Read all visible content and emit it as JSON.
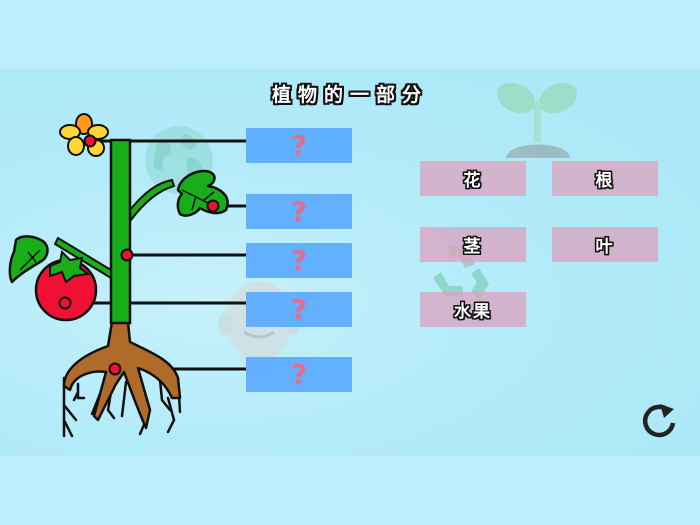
{
  "title": "植物的一部分",
  "drop_targets": [
    {
      "id": "flower-slot",
      "label": "?"
    },
    {
      "id": "leaf-slot",
      "label": "?"
    },
    {
      "id": "stem-slot",
      "label": "?"
    },
    {
      "id": "fruit-slot",
      "label": "?"
    },
    {
      "id": "root-slot",
      "label": "?"
    }
  ],
  "word_cards": [
    {
      "id": "flower",
      "label": "花"
    },
    {
      "id": "root",
      "label": "根"
    },
    {
      "id": "stem",
      "label": "茎"
    },
    {
      "id": "leaf",
      "label": "叶"
    },
    {
      "id": "fruit",
      "label": "水果"
    }
  ],
  "colors": {
    "drop_target": "#5aaaff",
    "question_mark": "#e46c8c",
    "word_card": "#dca0be",
    "stem": "#1aad1a",
    "root": "#b06b2a",
    "fruit": "#ee1133",
    "flower": "#ffd633"
  },
  "icons": {
    "reset": "reset-icon"
  }
}
